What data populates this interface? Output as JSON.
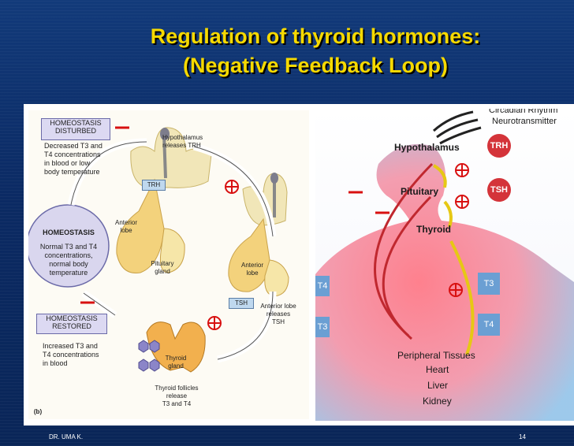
{
  "slide": {
    "title_line1": "Regulation of thyroid hormones:",
    "title_line2": "(Negative Feedback Loop)",
    "footer_author": "DR. UMA K.",
    "footer_page": "14"
  },
  "left_panel": {
    "disturbed_header": "HOMEOSTASIS DISTURBED",
    "disturbed_line1": "Decreased T3 and",
    "disturbed_line2": "T4 concentrations",
    "disturbed_line3": "in blood or low",
    "disturbed_line4": "body temperature",
    "homeostasis_header": "HOMEOSTASIS",
    "homeostasis_line1": "Normal T3 and T4",
    "homeostasis_line2": "concentrations,",
    "homeostasis_line3": "normal body",
    "homeostasis_line4": "temperature",
    "restored_header": "HOMEOSTASIS RESTORED",
    "restored_line1": "Increased T3 and",
    "restored_line2": "T4 concentrations",
    "restored_line3": "in blood",
    "hypothalamus_line1": "Hypothalamus",
    "hypothalamus_line2": "releases TRH",
    "trh_tag": "TRH",
    "anterior_lobe": "Anterior lobe",
    "pituitary_gland": "Pituitary gland",
    "anterior_lobe_2": "Anterior lobe",
    "tsh_tag": "TSH",
    "anterior_releases_1": "Anterior lobe",
    "anterior_releases_2": "releases",
    "anterior_releases_3": "TSH",
    "thyroid_gland": "Thyroid gland",
    "follicles_1": "Thyroid follicles",
    "follicles_2": "release",
    "follicles_3": "T3 and T4",
    "figure_label": "(b)"
  },
  "right_panel": {
    "circadian": "Circadian Rhythm",
    "neurotransmitter": "Neurotransmitter",
    "hypothalamus": "Hypothalamus",
    "pituitary": "Pituitary",
    "thyroid": "Thyroid",
    "trh": "TRH",
    "tsh": "TSH",
    "t3": "T3",
    "t4": "T4",
    "t4_left": "T4",
    "t3_left": "T3",
    "peripheral": "Peripheral Tissues",
    "heart": "Heart",
    "liver": "Liver",
    "kidney": "Kidney"
  },
  "colors": {
    "title": "#f6d900",
    "minus": "#d81010",
    "plus": "#d81010",
    "background": "#0b2a63"
  }
}
